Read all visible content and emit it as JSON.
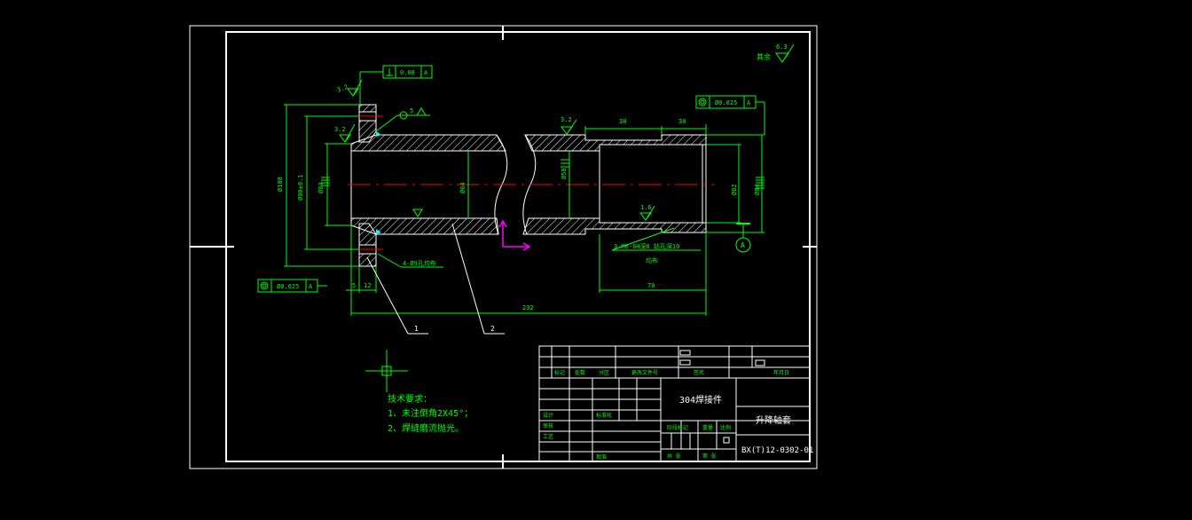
{
  "dimensions": {
    "dia_outer_flange": "Ø108",
    "dia_bolt_circle": "Ø90±0.1",
    "dia_pipe_outer": "Ø84",
    "dia_bore_left": "Ø64",
    "dia_bore_right": "Ø58",
    "dia_journal": "Ø62",
    "dia_right_outer": "Ø84",
    "len_30_a": "30",
    "len_30_b": "30",
    "len_70": "70",
    "len_232": "232",
    "len_5": "5",
    "len_12": "12",
    "weld_size": "5"
  },
  "tolerances": {
    "perp_top": {
      "value": "0.08",
      "datum": "A"
    },
    "concentric_right": {
      "value": "Ø0.025",
      "datum": "A"
    },
    "concentric_left": {
      "value": "Ø0.025",
      "datum": "A"
    }
  },
  "roughness": {
    "general_value": "6.3",
    "general_label": "其余",
    "flange_top": "3.2",
    "flange_face": "3.2",
    "pipe_mid": "3.2",
    "bore_right": "1.6"
  },
  "callouts": {
    "holes": "4-Ø9孔均布",
    "threads": "3-M6-6H深8 钻孔深10",
    "threads_sub": "均布",
    "datum_label": "A",
    "part_1": "1",
    "part_2": "2"
  },
  "tech_requirements": {
    "title": "技术要求：",
    "line1": "1、未注倒角2X45°；",
    "line2": "2、焊缝磨流抛光。"
  },
  "title_block": {
    "row1_a": "标记",
    "row1_b": "处数",
    "row1_c": "分区",
    "row1_d": "更改文件号",
    "row1_e": "签名",
    "row1_f": "年月日",
    "design": "设计",
    "standardize": "标准化",
    "review": "审核",
    "process": "工艺",
    "approve": "批准",
    "stage_mark": "阶段标记",
    "weight": "重量",
    "scale": "比例",
    "sheet_total": "共 张",
    "sheet_no": "第 张",
    "material": "304焊接件",
    "part_name": "升降轴套",
    "drawing_no": "BX(T)12-0302-01"
  }
}
